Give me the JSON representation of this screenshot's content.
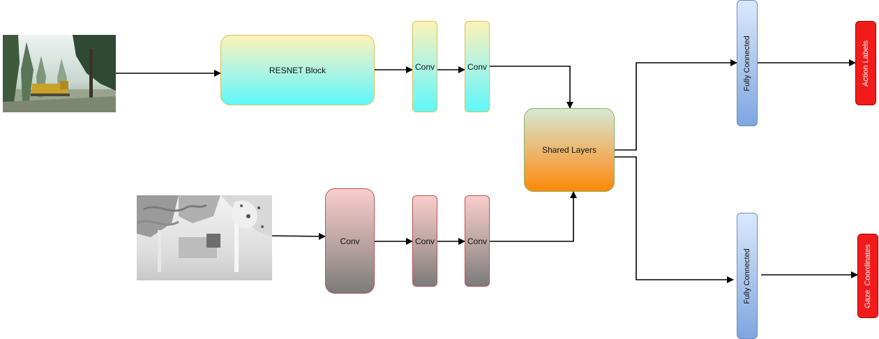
{
  "nodes": {
    "resnet_block": "RESNET Block",
    "rgb_conv_1": "Conv",
    "rgb_conv_2": "Conv",
    "shared_layers": "Shared Layers",
    "fc_action": "Fully Connected",
    "fc_gaze": "Fully Connected",
    "action_labels": "Action Labels",
    "gaze_coordinates": "Gaze  Coordinates",
    "depth_conv_big": "Conv",
    "depth_conv_1": "Conv",
    "depth_conv_2": "Conv"
  },
  "colors": {
    "rgb_branch": "#5ef8f8",
    "depth_branch": "#f8cecc",
    "shared": "#fb8a06",
    "fully_connected": "#7ea6e0",
    "output": "#f21b1b",
    "arrow": "#000000"
  }
}
